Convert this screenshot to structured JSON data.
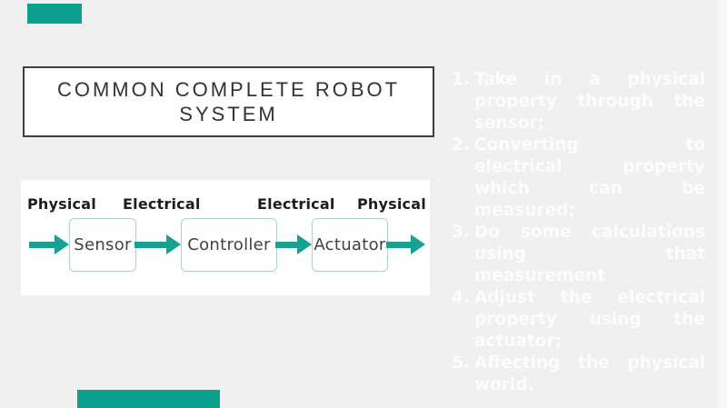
{
  "title": {
    "line1": "COMMON COMPLETE ROBOT",
    "line2": "SYSTEM"
  },
  "diagram": {
    "top_labels": [
      "Physical",
      "Electrical",
      "Electrical",
      "Physical"
    ],
    "nodes": [
      "Sensor",
      "Controller",
      "Actuator"
    ]
  },
  "steps": {
    "items": [
      {
        "number": "1.",
        "lines": [
          "Take in a physical",
          "property through the",
          "sensor;"
        ]
      },
      {
        "number": "2.",
        "lines": [
          "Converting to",
          "electrical property",
          "which can be",
          "measured;"
        ]
      },
      {
        "number": "3.",
        "lines": [
          "Do some calculations",
          "using that",
          "measurement"
        ]
      },
      {
        "number": "4.",
        "lines": [
          "Adjust the electrical",
          "property using the",
          "actuator;"
        ]
      },
      {
        "number": "5.",
        "lines": [
          "Affecting the physical",
          "world."
        ]
      }
    ]
  },
  "icons": {
    "flow_arrow": "arrow-right"
  },
  "colors": {
    "background": "#f0f0f1",
    "accent_teal": "#0ba18e",
    "arrow_teal": "#18a193",
    "title_text": "#333333",
    "title_border": "#3f3f3f",
    "panel_background": "#ffffff",
    "box_border": "#aed2cc",
    "box_text": "#404149",
    "label_text": "#1d1d1d",
    "list_text": "#fcfcfc"
  }
}
